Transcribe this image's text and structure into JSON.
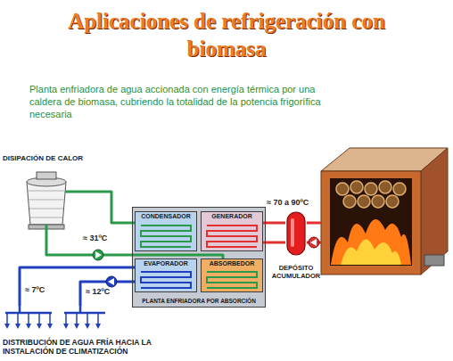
{
  "diagram": {
    "title": "Aplicaciones de refrigeración con biomasa",
    "caption": "Planta enfriadora de agua accionada con energía térmica por una caldera de biomasa, cubriendo la totalidad de la potencia frigorífica necesaria",
    "nodes": [
      {
        "text": [
          "DISIPACIÓN DE CALOR"
        ]
      },
      {
        "text": [
          "PLANTA ENFRIADORA POR ABSORCIÓN"
        ]
      },
      {
        "text": [
          "CONDENSADOR"
        ],
        "in": 1
      },
      {
        "text": [
          "GENERADOR"
        ],
        "in": 1
      },
      {
        "text": [
          "EVAPORADOR"
        ],
        "in": 1
      },
      {
        "text": [
          "ABSORBEDOR"
        ],
        "in": 1
      },
      {
        "text": [
          "DEPÓSITO ACUMULADOR"
        ]
      },
      {
        "text": [
          "DISTRIBUCIÓN DE AGUA FRÍA HACIA LA INSTALACIÓN DE CLIMATIZACIÓN"
        ]
      }
    ],
    "edges": [
      {
        "from": 2,
        "to": 0,
        "arrow": "none"
      },
      {
        "from": 0,
        "to": 5,
        "label": "≈ 31ºC",
        "arrow": "none"
      },
      {
        "from": 3,
        "to": 6,
        "label": "≈ 70 a 90ºC",
        "arrow": "none"
      },
      {
        "from": 6,
        "to": 3,
        "arrow": "none"
      },
      {
        "from": 4,
        "to": 7,
        "label": "≈ 7ºC",
        "arrow": "none"
      },
      {
        "from": 7,
        "to": 4,
        "label": "≈ 12ºC",
        "arrow": "none"
      }
    ]
  }
}
